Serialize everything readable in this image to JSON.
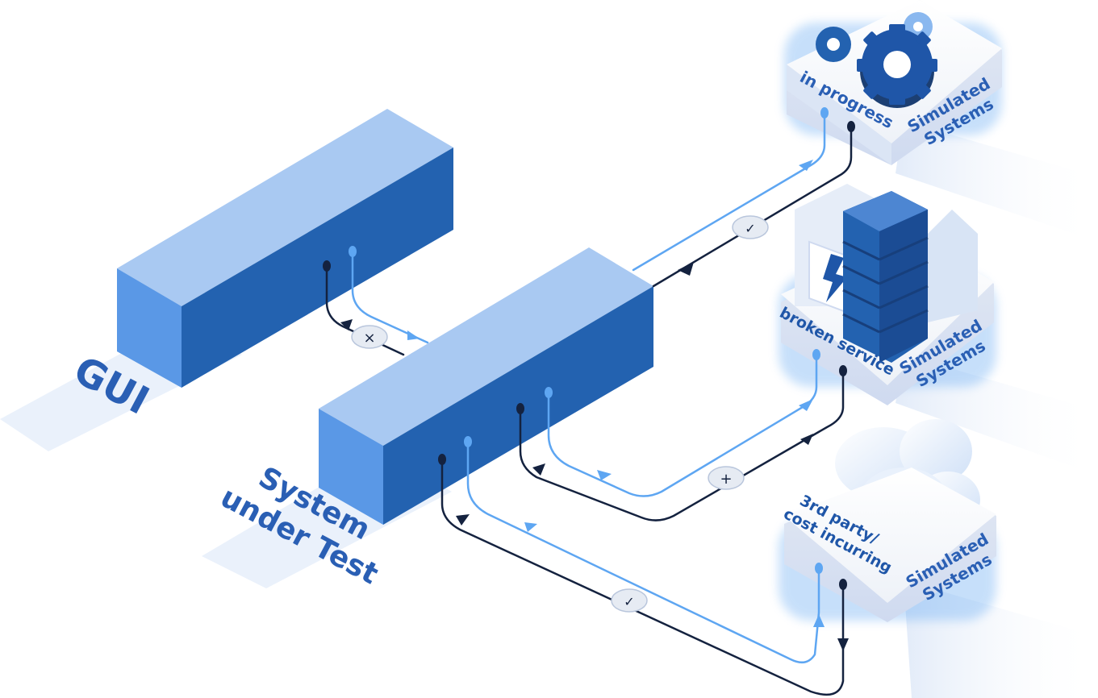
{
  "labels": {
    "gui": "GUI",
    "sut_line1": "System",
    "sut_line2": "under Test",
    "node1_status": "in progress",
    "node2_status": "broken service",
    "node3_status_line1": "3rd party/",
    "node3_status_line2": "cost incurring",
    "sim_line1": "Simulated",
    "sim_line2": "Systems"
  },
  "badges": {
    "gui_link": "×",
    "node1_link": "✓",
    "node2_link": "+",
    "node3_link": "✓"
  },
  "icons": {
    "node1": "gear-icon",
    "node2": "lightning-icon",
    "node3": "cloud-icon"
  },
  "colors": {
    "box_front": "#2362b0",
    "box_top": "#a9c9f2",
    "box_side": "#5a98e6",
    "line_light": "#5ea6f2",
    "line_dark": "#14223f",
    "label": "#2a5fb4",
    "platform": "#e9f0fb"
  }
}
